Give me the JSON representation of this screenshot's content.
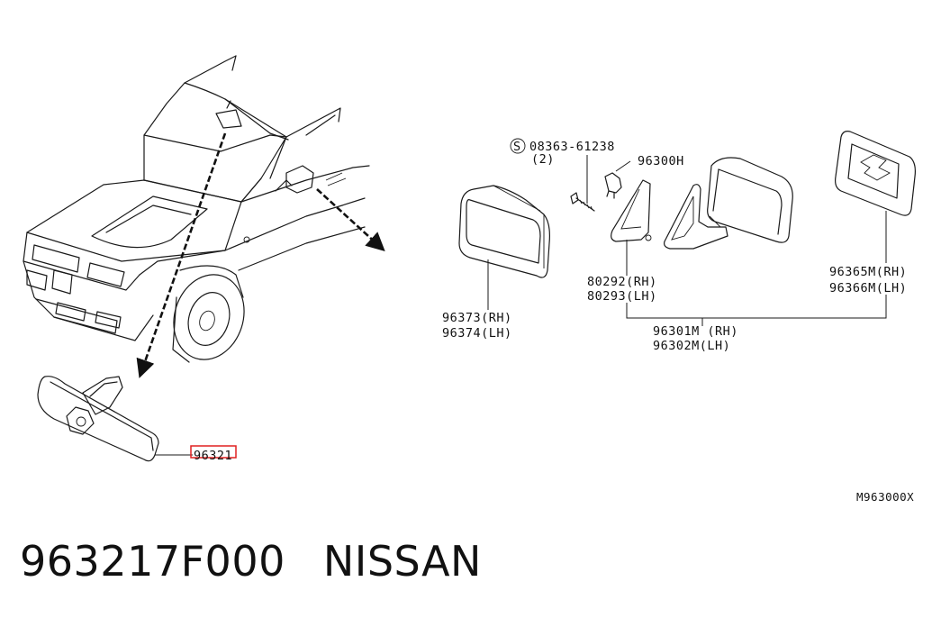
{
  "diagram": {
    "callouts": {
      "bolt": "08363-61238",
      "bolt_qty": "(2)",
      "clip": "96300H",
      "rear_view_mirror": "96321",
      "mirror_glass_rh": "96373(RH)",
      "mirror_glass_lh": "96374(LH)",
      "corner_cover_rh": "80292(RH)",
      "corner_cover_lh": "80293(LH)",
      "door_mirror_rh": "96301M (RH)",
      "door_mirror_lh": "96302M(LH)",
      "mirror_element_rh": "96365M(RH)",
      "mirror_element_lh": "96366M(LH)"
    },
    "screw_symbol": "S",
    "drawing_code": "M963000X",
    "highlight_color": "#e02020"
  },
  "caption": {
    "part_number": "963217F000",
    "brand": "NISSAN"
  }
}
